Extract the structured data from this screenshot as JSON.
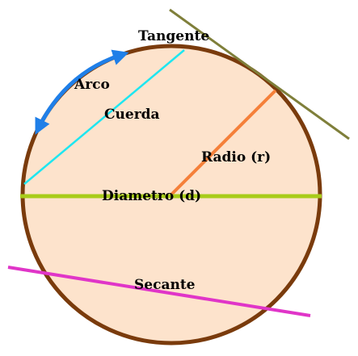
{
  "labels": {
    "tangent": "Tangente",
    "arc": "Arco",
    "chord": "Cuerda",
    "radius": "Radio (r)",
    "diameter": "Diametro (d)",
    "secant": "Secante"
  },
  "colors": {
    "circle_fill": "#fde3cc",
    "circle_stroke": "#7a3b0c",
    "tangent": "#7f7f3a",
    "arc": "#1f7fe8",
    "chord": "#1ee6f0",
    "radius": "#f5803a",
    "diameter": "#a8cc1a",
    "secant": "#e035c8"
  }
}
